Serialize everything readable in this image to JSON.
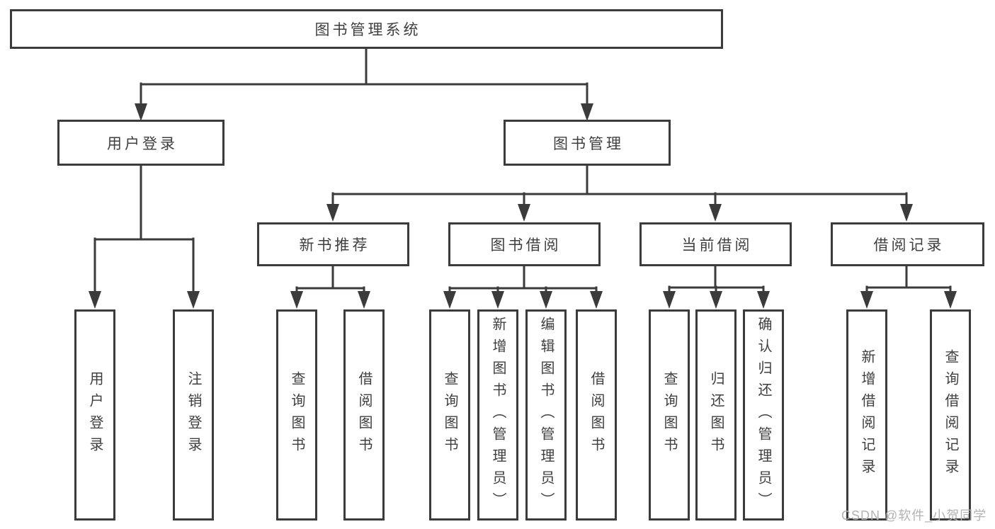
{
  "diagram": {
    "colors": {
      "line": "#3b3b3b",
      "box_border": "#3b3b3b",
      "text": "#3f3f3f",
      "background": "#ffffff",
      "watermark": "#b3b3b3"
    },
    "tree": {
      "label": "图书管理系统",
      "children": [
        {
          "label": "用户登录",
          "children": [
            {
              "label": "用户登录"
            },
            {
              "label": "注销登录"
            }
          ]
        },
        {
          "label": "图书管理",
          "children": [
            {
              "label": "新书推荐",
              "children": [
                {
                  "label": "查询图书"
                },
                {
                  "label": "借阅图书"
                }
              ]
            },
            {
              "label": "图书借阅",
              "children": [
                {
                  "label": "查询图书"
                },
                {
                  "label": "新增图书（管理员）"
                },
                {
                  "label": "编辑图书（管理员）"
                },
                {
                  "label": "借阅图书"
                }
              ]
            },
            {
              "label": "当前借阅",
              "children": [
                {
                  "label": "查询图书"
                },
                {
                  "label": "归还图书"
                },
                {
                  "label": "确认归还（管理员）"
                }
              ]
            },
            {
              "label": "借阅记录",
              "children": [
                {
                  "label": "新增借阅记录"
                },
                {
                  "label": "查询借阅记录"
                }
              ]
            }
          ]
        }
      ]
    },
    "watermark": "CSDN @软件_小贺同学"
  }
}
